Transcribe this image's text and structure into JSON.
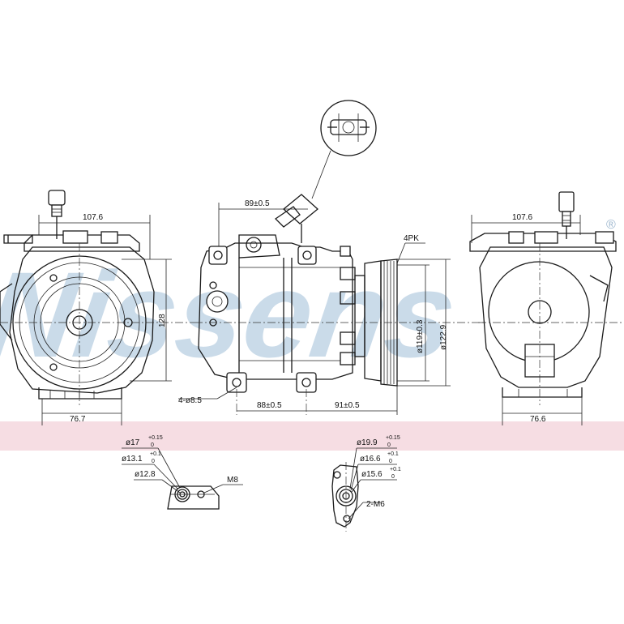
{
  "watermark": {
    "text": "Nissens",
    "registered_mark": "®"
  },
  "colors": {
    "watermark": "#b9cfe2",
    "band": "#f6dde3",
    "line": "#1a1a1a"
  },
  "dimensions": {
    "front_width": "107.6",
    "front_height": "128",
    "front_bottom_width": "76.7",
    "connector_offset": "89±0.5",
    "belt": "4PK",
    "pulley_dia_inner": "ø119±0.3",
    "pulley_dia_outer": "ø122.9",
    "mount_holes": "4-ø8.5",
    "mount_spacing_left": "88±0.5",
    "mount_spacing_right": "91±0.5",
    "rear_width": "107.6",
    "rear_bottom_width": "76.6"
  },
  "port_left": {
    "d1": "ø17",
    "d1_tol_upper": "+0.15",
    "d1_tol_lower": "0",
    "d2": "ø13.1",
    "d2_tol_upper": "+0.1",
    "d2_tol_lower": "0",
    "d3": "ø12.8",
    "thread": "M8"
  },
  "port_right": {
    "d1": "ø19.9",
    "d1_tol_upper": "+0.15",
    "d1_tol_lower": "0",
    "d2": "ø16.6",
    "d2_tol_upper": "+0.1",
    "d2_tol_lower": "0",
    "d3": "ø15.6",
    "d3_tol_upper": "+0.1",
    "d3_tol_lower": "0",
    "thread": "2-M6"
  }
}
